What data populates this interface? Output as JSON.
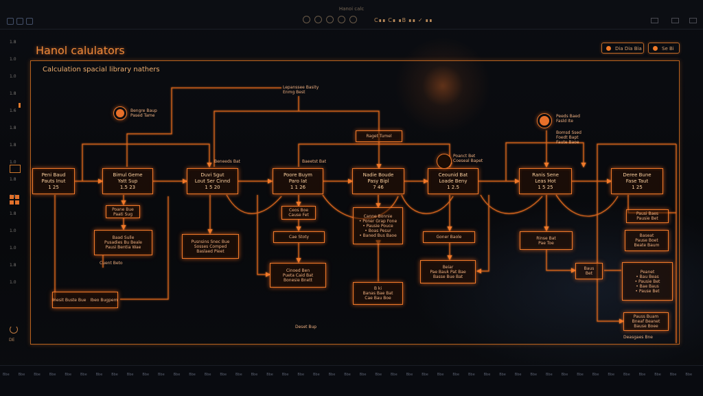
{
  "window": {
    "title": "Hanoi calc",
    "toolbar_center": "C∎∎ C∎ ∎B ∎∎ ✓ ∎∎"
  },
  "header": {
    "app_title": "Hanol calulators",
    "subtitle": "Calculation spacial library nathers",
    "buttons": [
      {
        "label": "Dia Dia Bia"
      },
      {
        "label": "Se Bi"
      }
    ]
  },
  "sidebar": {
    "numbers": [
      "1.8",
      "1.0",
      "1.0",
      "1.8",
      "1.6",
      "1.8",
      "1.8",
      "1.0",
      "1.8",
      "1.8",
      "1.8",
      "1.0",
      "1.0",
      "1.8",
      "1.0"
    ],
    "footer": "DE"
  },
  "diagram": {
    "nodes": [
      {
        "id": "n1",
        "lines": [
          "Peni Baud",
          "Pauts Inut",
          "1 25"
        ]
      },
      {
        "id": "n2",
        "lines": [
          "Bimul Geme",
          "Yatt Sup",
          "1.5 23"
        ]
      },
      {
        "id": "n3",
        "lines": [
          "Duvi Sgut",
          "Lout Ser Cinnd",
          "1 5 20"
        ]
      },
      {
        "id": "n4",
        "lines": [
          "Poore Buym",
          "Paro Iat",
          "1 1 26"
        ]
      },
      {
        "id": "n5",
        "lines": [
          "Nadie Boude",
          "Pasy Bipl",
          "7 46"
        ]
      },
      {
        "id": "n6",
        "lines": [
          "Ceounid Bat",
          "Loade Beny",
          "1 2.5"
        ]
      },
      {
        "id": "n7",
        "lines": [
          "Ranis Sene",
          "Leas Hot",
          "1 5 25"
        ]
      },
      {
        "id": "n8",
        "lines": [
          "Deree Bune",
          "Fase Taut",
          "1 25"
        ]
      },
      {
        "id": "n9",
        "lines": [
          "Poane Bue",
          "Paati Sug"
        ]
      },
      {
        "id": "n10",
        "lines": [
          "Baad Sulle",
          "Pusadies Bu Beale",
          "Pausi Bentia Wae"
        ]
      },
      {
        "id": "n11",
        "lines": [
          "Pusnsins Snec Bue",
          "Sosses Comped",
          "Baslaed Pieet"
        ]
      },
      {
        "id": "n12",
        "lines": [
          "Ceos Boe",
          "Cause Fet"
        ]
      },
      {
        "id": "n13",
        "lines": [
          "Cae Stoty"
        ]
      },
      {
        "id": "n14",
        "lines": [
          "Canne Bonnie",
          "• Poner Grap Fone",
          "• Pausie Pouce",
          "• Boas Pesur",
          "• Baned Bus Baoe"
        ]
      },
      {
        "id": "n15",
        "lines": [
          "Goner Baole"
        ]
      },
      {
        "id": "n16",
        "lines": [
          "Cinoed Ben",
          "Pueta Caid Bat",
          "Bonesie Bnett"
        ]
      },
      {
        "id": "n17",
        "lines": [
          "B ki",
          "Banas Bae Bat",
          "Cae Bau Boe"
        ]
      },
      {
        "id": "n18",
        "lines": [
          "Raget Tumel"
        ]
      },
      {
        "id": "n19",
        "lines": [
          "Beiar",
          "Pae Bauk Pat Bae",
          "Basse Bue Bat"
        ]
      },
      {
        "id": "n20",
        "lines": [
          "Rinse Bat",
          "Pae Toe"
        ]
      },
      {
        "id": "n21",
        "lines": [
          "Baus",
          "Bet"
        ]
      },
      {
        "id": "n22",
        "lines": [
          "Pausi Baes",
          "Pausie Bet"
        ]
      },
      {
        "id": "n23",
        "lines": [
          "Baseat",
          "Pause Boet",
          "Beate Baum"
        ]
      },
      {
        "id": "n24",
        "lines": [
          "Peanet",
          "• Bau Beas",
          "• Pausie Bet",
          "• Bae Baus",
          "• Pause Bet"
        ]
      },
      {
        "id": "n25",
        "lines": [
          "Pauss Buam",
          "Bneaf Beanet",
          "Bause Boee"
        ]
      },
      {
        "id": "n26",
        "lines": [
          "Inesit Buste Bue",
          "Ibeo Bugpem"
        ]
      }
    ],
    "notes": [
      {
        "id": "t1",
        "lines": [
          "Bengre Baup",
          "Pased Tame"
        ]
      },
      {
        "id": "t2",
        "lines": [
          "Peeds Baed",
          "Fasld Ite"
        ]
      },
      {
        "id": "t3",
        "lines": [
          "Lepanssee Basity",
          "Enmg Best"
        ]
      },
      {
        "id": "t4",
        "lines": [
          "Deasgaes Bne"
        ]
      },
      {
        "id": "t5",
        "lines": [
          "Poanct Bet",
          "Coeseal Bapet"
        ]
      },
      {
        "id": "t6",
        "lines": [
          "Bomsd Ssed",
          "Foedt Bapt",
          "Faute Baoe"
        ]
      },
      {
        "id": "t7",
        "lines": [
          "Baeetst Bat"
        ]
      },
      {
        "id": "t8",
        "lines": [
          "Beneeds Bat"
        ]
      },
      {
        "id": "t9",
        "lines": [
          "Cuent Beto"
        ]
      },
      {
        "id": "t10",
        "lines": [
          "Deset Bup"
        ]
      }
    ]
  },
  "bottombar": {
    "ticks": [
      "Bbe",
      "Bbe",
      "Bbe",
      "Bbe",
      "Bbe",
      "Bbe",
      "Bbe",
      "Bbe",
      "Bbe",
      "Bbe",
      "Bbe",
      "Bbe",
      "Bbe",
      "Bbe",
      "Bbe",
      "Bbe",
      "Bbe",
      "Bbe",
      "Bbe",
      "Bbe",
      "Bbe",
      "Bbe",
      "Bbe",
      "Bbe",
      "Bbe",
      "Bbe",
      "Bbe",
      "Bbe",
      "Bbe",
      "Bbe",
      "Bbe",
      "Bbe",
      "Bbe",
      "Bbe",
      "Bbe",
      "Bbe",
      "Bbe",
      "Bbe",
      "Bbe",
      "Bbe",
      "Bbe",
      "Bbe",
      "Bbe",
      "Bbe",
      "Bbe"
    ]
  },
  "colors": {
    "accent": "#f07a2a",
    "background": "#07080b",
    "text": "#ffd2a0"
  }
}
